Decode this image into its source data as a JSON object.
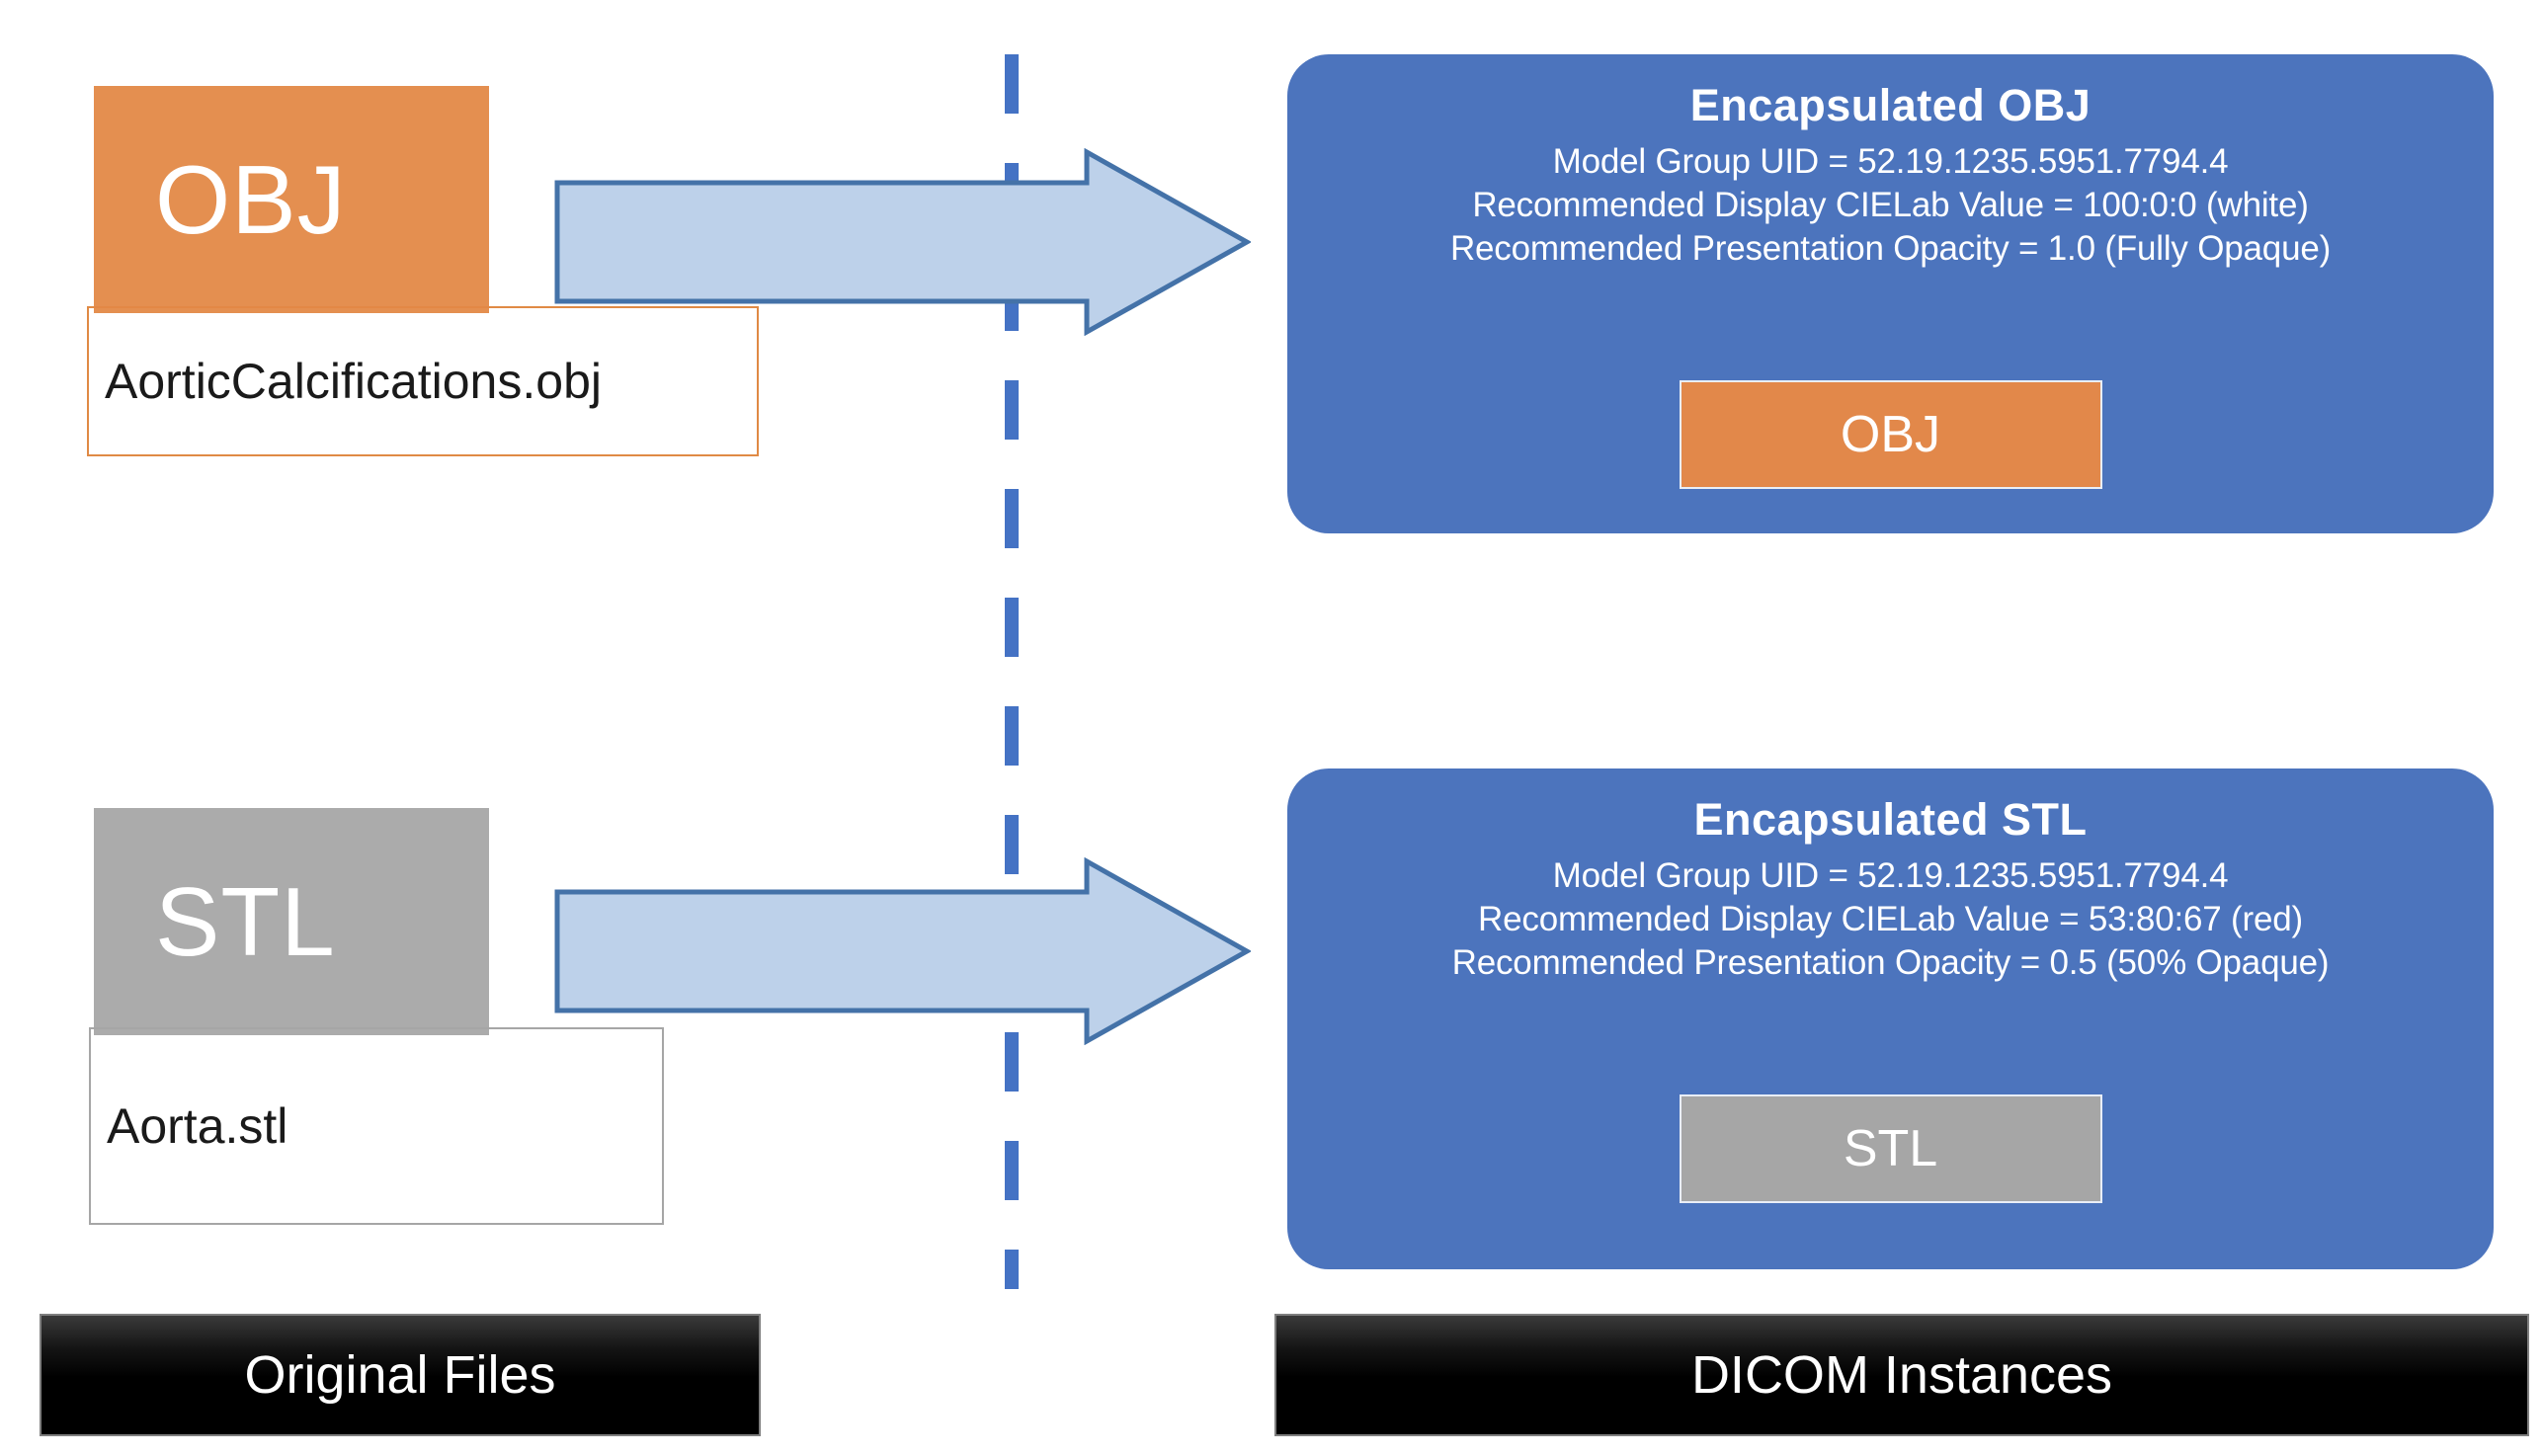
{
  "diagram": {
    "title": "OBJ and STL encapsulation into DICOM instances",
    "divider": {
      "name": "dashed-divider",
      "color": "#4472C4"
    }
  },
  "colors": {
    "card_blue": "#4C74BD",
    "obj_orange": "#E2884A",
    "stl_grey": "#A6A6A6",
    "arrow_fill": "#BDD1EA",
    "arrow_border": "#4472A8",
    "banner_black": "#000000"
  },
  "left_column": {
    "banner_label": "Original Files",
    "items": [
      {
        "format": "OBJ",
        "square_label": "OBJ",
        "filename": "AorticCalcifications.obj",
        "accent": "#E2884A"
      },
      {
        "format": "STL",
        "square_label": "STL",
        "filename": "Aorta.stl",
        "accent": "#A6A6A6"
      }
    ]
  },
  "right_column": {
    "banner_label": "DICOM Instances",
    "cards": [
      {
        "title": "Encapsulated  OBJ",
        "lines": [
          "Model Group UID = 52.19.1235.5951.7794.4",
          "Recommended Display CIELab Value = 100:0:0  (white)",
          "Recommended Presentation Opacity = 1.0 (Fully Opaque)"
        ],
        "chip_label": "OBJ",
        "chip_color": "#E2884A"
      },
      {
        "title": "Encapsulated  STL",
        "lines": [
          "Model Group UID = 52.19.1235.5951.7794.4",
          "Recommended Display CIELab Value = 53:80:67  (red)",
          "Recommended Presentation Opacity = 0.5 (50% Opaque)"
        ],
        "chip_label": "STL",
        "chip_color": "#A6A6A6"
      }
    ]
  },
  "arrows": [
    {
      "name": "obj-conversion-arrow",
      "direction": "right"
    },
    {
      "name": "stl-conversion-arrow",
      "direction": "right"
    }
  ]
}
